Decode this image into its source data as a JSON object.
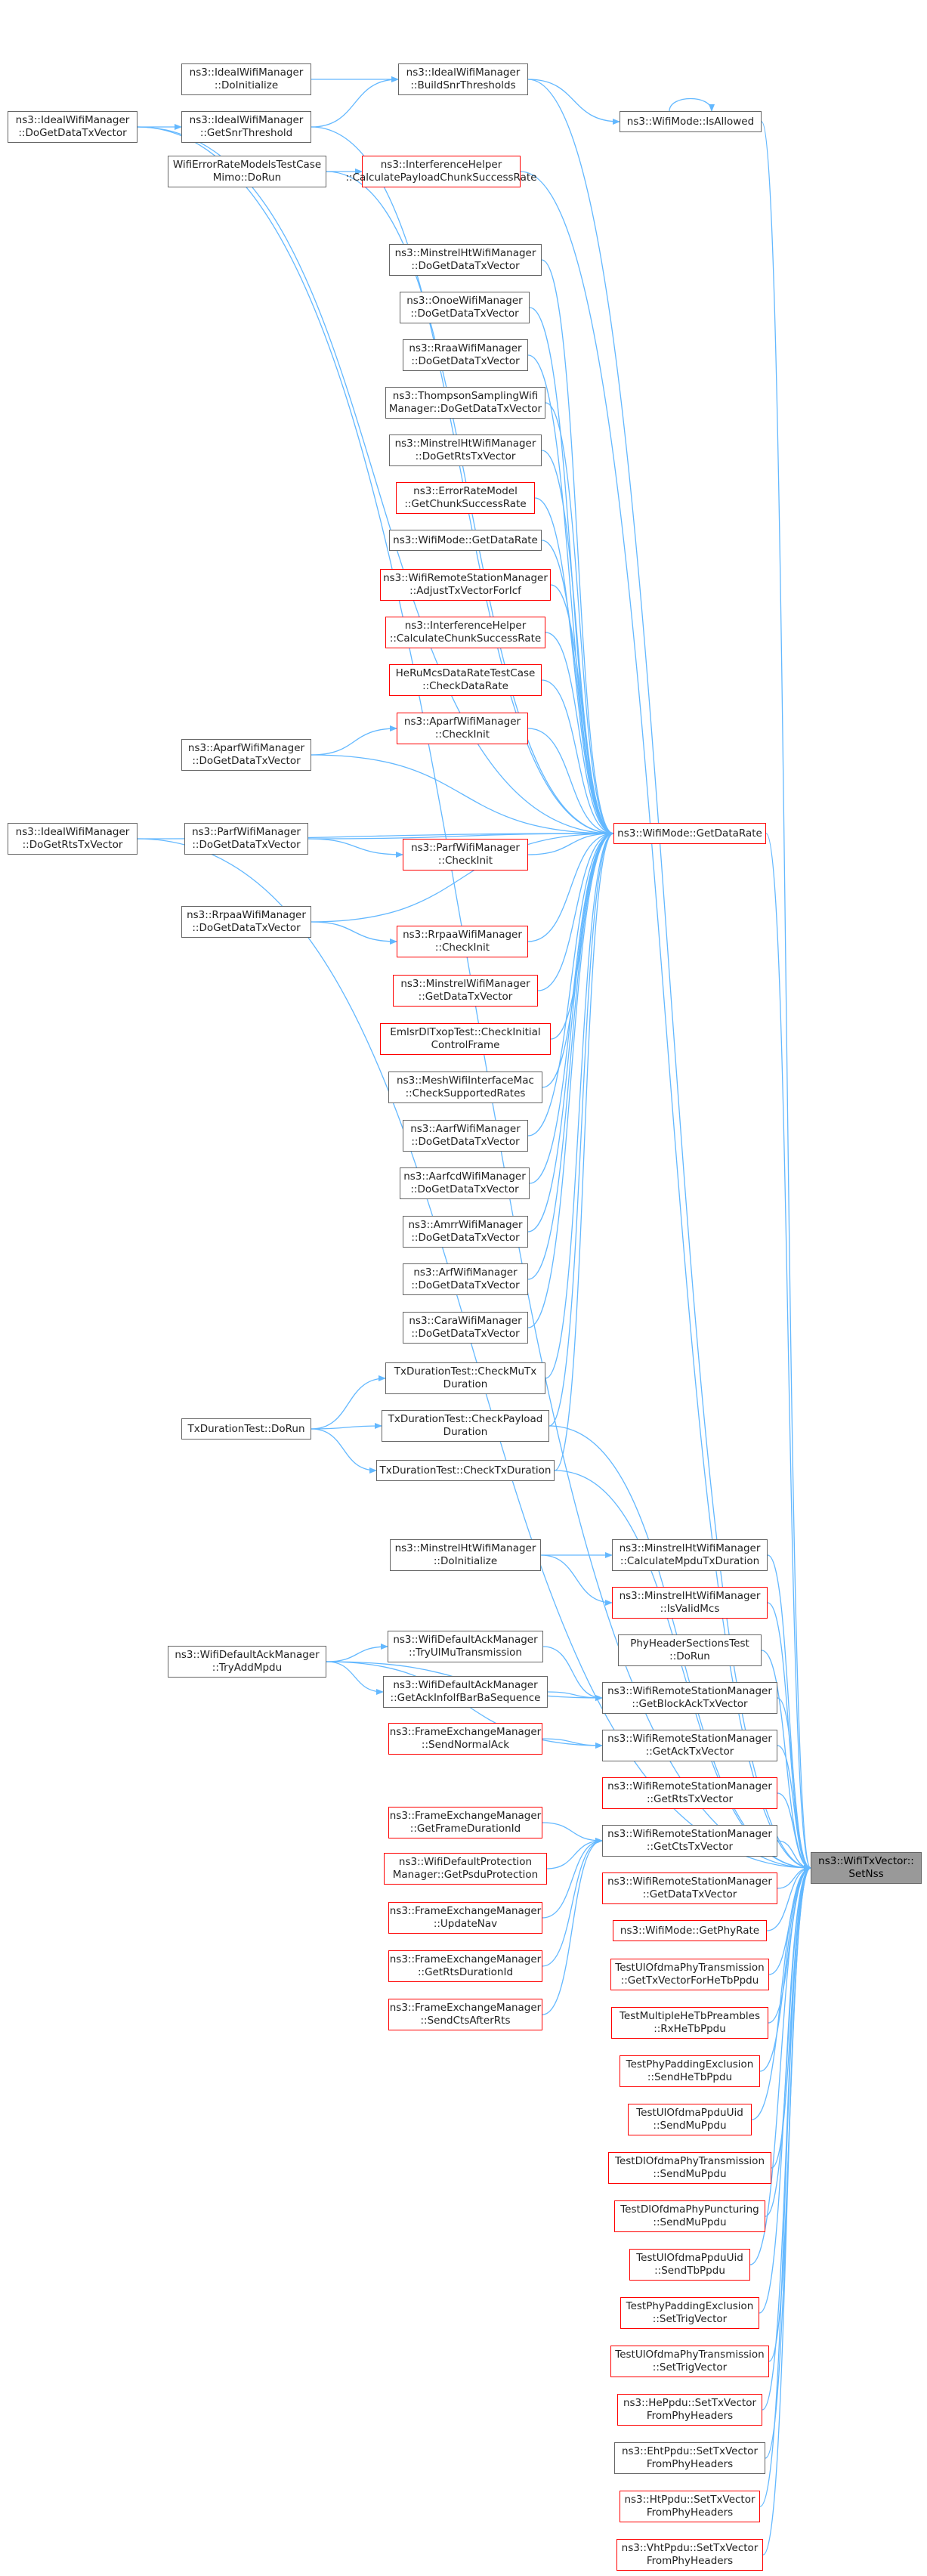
{
  "colors": {
    "edge": "#63b8ff",
    "border_default": "#666666",
    "border_incomplete": "#ff0000",
    "target_fill": "#999999"
  },
  "target": {
    "id": "n0",
    "lines": [
      "ns3::WifiTxVector::",
      "SetNss"
    ]
  },
  "nodes": [
    {
      "id": "n1",
      "lines": [
        "ns3::IdealWifiManager",
        "::BuildSnrThresholds"
      ],
      "red": false
    },
    {
      "id": "n2",
      "lines": [
        "ns3::IdealWifiManager",
        "::DoInitialize"
      ],
      "red": false
    },
    {
      "id": "n3",
      "lines": [
        "ns3::IdealWifiManager",
        "::GetSnrThreshold"
      ],
      "red": false
    },
    {
      "id": "n4",
      "lines": [
        "ns3::IdealWifiManager",
        "::DoGetDataTxVector"
      ],
      "red": false
    },
    {
      "id": "n5",
      "lines": [
        "ns3::WifiMode::IsAllowed"
      ],
      "red": false
    },
    {
      "id": "n6",
      "lines": [
        "WifiErrorRateModelsTestCase",
        "Mimo::DoRun"
      ],
      "red": false
    },
    {
      "id": "n7",
      "lines": [
        "ns3::InterferenceHelper",
        "::CalculatePayloadChunkSuccessRate"
      ],
      "red": true
    },
    {
      "id": "n8",
      "lines": [
        "ns3::MinstrelHtWifiManager",
        "::DoGetDataTxVector"
      ],
      "red": false
    },
    {
      "id": "n9",
      "lines": [
        "ns3::OnoeWifiManager",
        "::DoGetDataTxVector"
      ],
      "red": false
    },
    {
      "id": "n10",
      "lines": [
        "ns3::RraaWifiManager",
        "::DoGetDataTxVector"
      ],
      "red": false
    },
    {
      "id": "n11",
      "lines": [
        "ns3::ThompsonSamplingWifi",
        "Manager::DoGetDataTxVector"
      ],
      "red": false
    },
    {
      "id": "n12",
      "lines": [
        "ns3::MinstrelHtWifiManager",
        "::DoGetRtsTxVector"
      ],
      "red": false
    },
    {
      "id": "n13",
      "lines": [
        "ns3::ErrorRateModel",
        "::GetChunkSuccessRate"
      ],
      "red": true
    },
    {
      "id": "n14",
      "lines": [
        "ns3::WifiMode::GetDataRate"
      ],
      "red": false
    },
    {
      "id": "n15",
      "lines": [
        "ns3::WifiRemoteStationManager",
        "::AdjustTxVectorForIcf"
      ],
      "red": true
    },
    {
      "id": "n16",
      "lines": [
        "ns3::InterferenceHelper",
        "::CalculateChunkSuccessRate"
      ],
      "red": true
    },
    {
      "id": "n17",
      "lines": [
        "HeRuMcsDataRateTestCase",
        "::CheckDataRate"
      ],
      "red": true
    },
    {
      "id": "n18",
      "lines": [
        "ns3::AparfWifiManager",
        "::CheckInit"
      ],
      "red": true
    },
    {
      "id": "n19",
      "lines": [
        "ns3::AparfWifiManager",
        "::DoGetDataTxVector"
      ],
      "red": false
    },
    {
      "id": "n20",
      "lines": [
        "ns3::IdealWifiManager",
        "::DoGetRtsTxVector"
      ],
      "red": false
    },
    {
      "id": "n21",
      "lines": [
        "ns3::ParfWifiManager",
        "::DoGetDataTxVector"
      ],
      "red": false
    },
    {
      "id": "n22",
      "lines": [
        "ns3::ParfWifiManager",
        "::CheckInit"
      ],
      "red": true
    },
    {
      "id": "n23",
      "lines": [
        "ns3::WifiMode::GetDataRate"
      ],
      "red": true
    },
    {
      "id": "n24",
      "lines": [
        "ns3::RrpaaWifiManager",
        "::DoGetDataTxVector"
      ],
      "red": false
    },
    {
      "id": "n25",
      "lines": [
        "ns3::RrpaaWifiManager",
        "::CheckInit"
      ],
      "red": true
    },
    {
      "id": "n26",
      "lines": [
        "ns3::MinstrelWifiManager",
        "::GetDataTxVector"
      ],
      "red": true
    },
    {
      "id": "n27",
      "lines": [
        "EmlsrDlTxopTest::CheckInitial",
        "ControlFrame"
      ],
      "red": true
    },
    {
      "id": "n28",
      "lines": [
        "ns3::MeshWifiInterfaceMac",
        "::CheckSupportedRates"
      ],
      "red": false
    },
    {
      "id": "n29",
      "lines": [
        "ns3::AarfWifiManager",
        "::DoGetDataTxVector"
      ],
      "red": false
    },
    {
      "id": "n30",
      "lines": [
        "ns3::AarfcdWifiManager",
        "::DoGetDataTxVector"
      ],
      "red": false
    },
    {
      "id": "n31",
      "lines": [
        "ns3::AmrrWifiManager",
        "::DoGetDataTxVector"
      ],
      "red": false
    },
    {
      "id": "n32",
      "lines": [
        "ns3::ArfWifiManager",
        "::DoGetDataTxVector"
      ],
      "red": false
    },
    {
      "id": "n33",
      "lines": [
        "ns3::CaraWifiManager",
        "::DoGetDataTxVector"
      ],
      "red": false
    },
    {
      "id": "n34",
      "lines": [
        "TxDurationTest::CheckMuTx",
        "Duration"
      ],
      "red": false
    },
    {
      "id": "n35",
      "lines": [
        "TxDurationTest::DoRun"
      ],
      "red": false
    },
    {
      "id": "n36",
      "lines": [
        "TxDurationTest::CheckPayload",
        "Duration"
      ],
      "red": false
    },
    {
      "id": "n37",
      "lines": [
        "TxDurationTest::CheckTxDuration"
      ],
      "red": false
    },
    {
      "id": "n38",
      "lines": [
        "ns3::MinstrelHtWifiManager",
        "::DoInitialize"
      ],
      "red": false
    },
    {
      "id": "n39",
      "lines": [
        "ns3::MinstrelHtWifiManager",
        "::CalculateMpduTxDuration"
      ],
      "red": false
    },
    {
      "id": "n40",
      "lines": [
        "ns3::MinstrelHtWifiManager",
        "::IsValidMcs"
      ],
      "red": true
    },
    {
      "id": "n41",
      "lines": [
        "PhyHeaderSectionsTest",
        "::DoRun"
      ],
      "red": false
    },
    {
      "id": "n42",
      "lines": [
        "ns3::WifiDefaultAckManager",
        "::TryUlMuTransmission"
      ],
      "red": false
    },
    {
      "id": "n43",
      "lines": [
        "ns3::WifiDefaultAckManager",
        "::TryAddMpdu"
      ],
      "red": false
    },
    {
      "id": "n44",
      "lines": [
        "ns3::WifiDefaultAckManager",
        "::GetAckInfoIfBarBaSequence"
      ],
      "red": false
    },
    {
      "id": "n45",
      "lines": [
        "ns3::WifiRemoteStationManager",
        "::GetBlockAckTxVector"
      ],
      "red": false
    },
    {
      "id": "n46",
      "lines": [
        "ns3::FrameExchangeManager",
        "::SendNormalAck"
      ],
      "red": true
    },
    {
      "id": "n47",
      "lines": [
        "ns3::WifiRemoteStationManager",
        "::GetAckTxVector"
      ],
      "red": false
    },
    {
      "id": "n48",
      "lines": [
        "ns3::WifiRemoteStationManager",
        "::GetRtsTxVector"
      ],
      "red": true
    },
    {
      "id": "n49",
      "lines": [
        "ns3::FrameExchangeManager",
        "::GetFrameDurationId"
      ],
      "red": true
    },
    {
      "id": "n50",
      "lines": [
        "ns3::WifiRemoteStationManager",
        "::GetCtsTxVector"
      ],
      "red": false
    },
    {
      "id": "n51",
      "lines": [
        "ns3::WifiDefaultProtection",
        "Manager::GetPsduProtection"
      ],
      "red": true
    },
    {
      "id": "n52",
      "lines": [
        "ns3::WifiRemoteStationManager",
        "::GetDataTxVector"
      ],
      "red": true
    },
    {
      "id": "n53",
      "lines": [
        "ns3::FrameExchangeManager",
        "::UpdateNav"
      ],
      "red": true
    },
    {
      "id": "n54",
      "lines": [
        "ns3::WifiMode::GetPhyRate"
      ],
      "red": true
    },
    {
      "id": "n55",
      "lines": [
        "ns3::FrameExchangeManager",
        "::GetRtsDurationId"
      ],
      "red": true
    },
    {
      "id": "n56",
      "lines": [
        "TestUlOfdmaPhyTransmission",
        "::GetTxVectorForHeTbPpdu"
      ],
      "red": true
    },
    {
      "id": "n57",
      "lines": [
        "ns3::FrameExchangeManager",
        "::SendCtsAfterRts"
      ],
      "red": true
    },
    {
      "id": "n58",
      "lines": [
        "TestMultipleHeTbPreambles",
        "::RxHeTbPpdu"
      ],
      "red": true
    },
    {
      "id": "n59",
      "lines": [
        "TestPhyPaddingExclusion",
        "::SendHeTbPpdu"
      ],
      "red": true
    },
    {
      "id": "n60",
      "lines": [
        "TestUlOfdmaPpduUid",
        "::SendMuPpdu"
      ],
      "red": true
    },
    {
      "id": "n61",
      "lines": [
        "TestDlOfdmaPhyTransmission",
        "::SendMuPpdu"
      ],
      "red": true
    },
    {
      "id": "n62",
      "lines": [
        "TestDlOfdmaPhyPuncturing",
        "::SendMuPpdu"
      ],
      "red": true
    },
    {
      "id": "n63",
      "lines": [
        "TestUlOfdmaPpduUid",
        "::SendTbPpdu"
      ],
      "red": true
    },
    {
      "id": "n64",
      "lines": [
        "TestPhyPaddingExclusion",
        "::SetTrigVector"
      ],
      "red": true
    },
    {
      "id": "n65",
      "lines": [
        "TestUlOfdmaPhyTransmission",
        "::SetTrigVector"
      ],
      "red": true
    },
    {
      "id": "n66",
      "lines": [
        "ns3::HePpdu::SetTxVector",
        "FromPhyHeaders"
      ],
      "red": true
    },
    {
      "id": "n67",
      "lines": [
        "ns3::EhtPpdu::SetTxVector",
        "FromPhyHeaders"
      ],
      "red": false
    },
    {
      "id": "n68",
      "lines": [
        "ns3::HtPpdu::SetTxVector",
        "FromPhyHeaders"
      ],
      "red": true
    },
    {
      "id": "n69",
      "lines": [
        "ns3::VhtPpdu::SetTxVector",
        "FromPhyHeaders"
      ],
      "red": true
    }
  ]
}
